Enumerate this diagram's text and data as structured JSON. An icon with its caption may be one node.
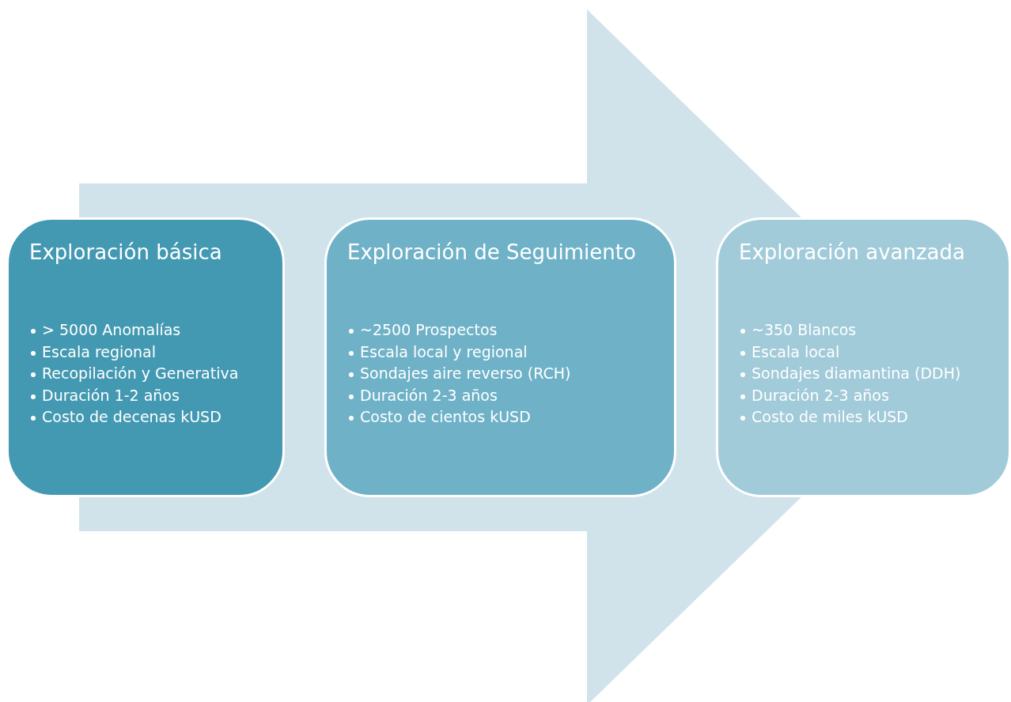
{
  "diagram": {
    "nodes": [
      {
        "text": [
          "Exploración básica",
          "> 5000 Anomalías",
          "Escala regional",
          "Recopilación y Generativa",
          "Duración 1-2 años",
          "Costo de decenas kUSD"
        ]
      },
      {
        "text": [
          "Exploración de Seguimiento",
          "~2500 Prospectos",
          "Escala local y regional",
          "Sondajes aire reverso (RCH)",
          "Duración 2-3 años",
          "Costo de cientos kUSD"
        ]
      },
      {
        "text": [
          "Exploración avanzada",
          "~350 Blancos",
          "Escala local",
          "Sondajes diamantina (DDH)",
          "Duración 2-3 años",
          "Costo de miles kUSD"
        ]
      }
    ],
    "edges": [
      {
        "from": 0,
        "to": 2,
        "arrow": "to"
      }
    ]
  }
}
